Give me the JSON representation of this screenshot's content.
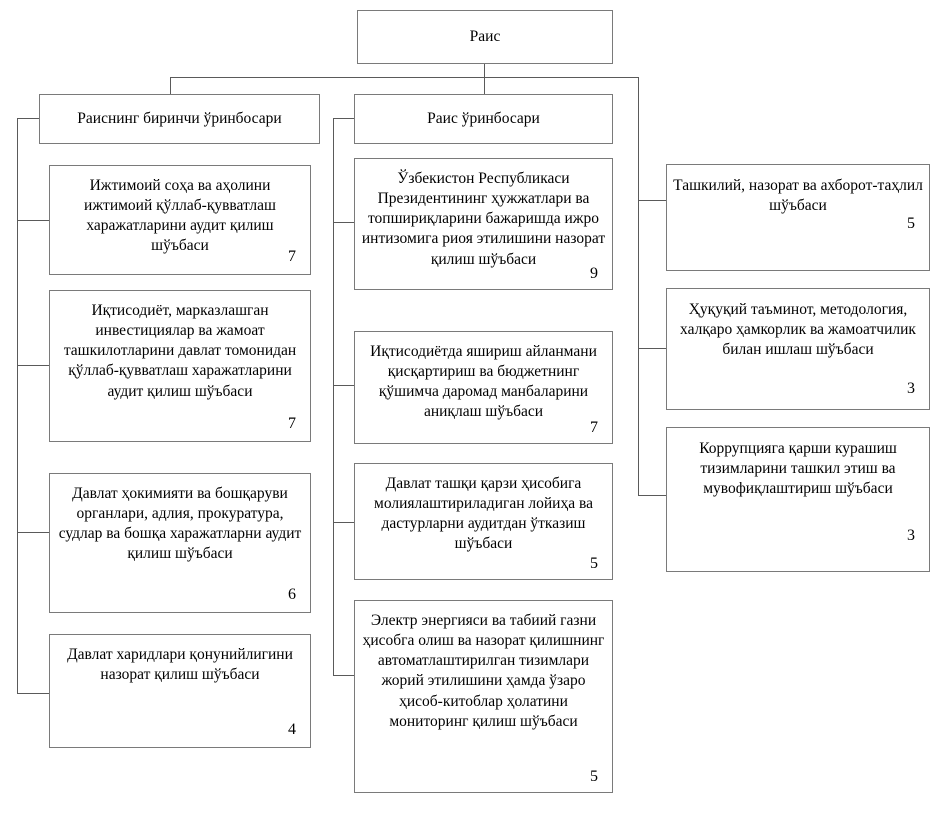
{
  "chart_data": {
    "type": "diagram",
    "title": "Organizational structure chart",
    "nodes": [
      {
        "id": "chairman",
        "label": "Раис",
        "count": ""
      },
      {
        "id": "first-deputy-chairman",
        "label": "Раиснинг биринчи ўринбосари",
        "count": ""
      },
      {
        "id": "deputy-chairman",
        "label": "Раис ўринбосари",
        "count": ""
      },
      {
        "id": "social-sphere-audit-dept",
        "label": "Ижтимоий соҳа ва аҳолини ижтимоий қўллаб-қувватлаш харажатларини аудит қилиш шўъбаси",
        "count": "7"
      },
      {
        "id": "economy-investments-audit-dept",
        "label": "Иқтисодиёт, марказлашган инвестициялар ва жамоат ташкилотларини давлат томонидан қўллаб-қувватлаш харажатларини аудит қилиш шўъбаси",
        "count": "7"
      },
      {
        "id": "state-authority-audit-dept",
        "label": "Давлат ҳокимияти ва бошқаруви органлари, адлия, прокуратура, судлар ва бошқа харажатларни аудит қилиш шўъбаси",
        "count": "6"
      },
      {
        "id": "public-procurement-control-dept",
        "label": "Давлат харидлари қонунийлигини назорат қилиш шўъбаси",
        "count": "4"
      },
      {
        "id": "president-documents-control-dept",
        "label": "Ўзбекистон Республикаси Президентининг ҳужжатлари ва топшириқларини бажаришда ижро интизомига риоя этилишини назорат қилиш шўъбаси",
        "count": "9"
      },
      {
        "id": "shadow-economy-budget-income-dept",
        "label": "Иқтисодиётда яшириш айланмани қисқартириш ва бюджетнинг қўшимча даромад манбаларини аниқлаш шўъбаси",
        "count": "7"
      },
      {
        "id": "external-debt-projects-audit-dept",
        "label": "Давлат ташқи қарзи ҳисобига молиялаштириладиган лойиҳа ва дастурларни аудитдан ўтказиш шўъбаси",
        "count": "5"
      },
      {
        "id": "energy-gas-monitoring-dept",
        "label": "Электр энергияси ва табиий газни ҳисобга олиш ва назорат қилишнинг автоматлаштирилган тизимлари жорий этилишини ҳамда ўзаро ҳисоб-китоблар ҳолатини мониторинг қилиш шўъбаси",
        "count": "5"
      },
      {
        "id": "organizational-control-info-analysis-dept",
        "label": "Ташкилий, назорат ва ахборот-таҳлил шўъбаси",
        "count": "5"
      },
      {
        "id": "legal-methodology-cooperation-dept",
        "label": "Ҳуқуқий таъминот, методология, халқаро ҳамкорлик ва жамоатчилик билан ишлаш шўъбаси",
        "count": "3"
      },
      {
        "id": "anticorruption-coordination-dept",
        "label": "Коррупцияга қарши курашиш тизимларини ташкил этиш ва мувофиқлаштириш шўъбаси",
        "count": "3"
      }
    ],
    "colors": {
      "box_border": "#7a7a7a",
      "connector": "#5a5a5a",
      "background": "#ffffff",
      "text": "#000000"
    }
  }
}
